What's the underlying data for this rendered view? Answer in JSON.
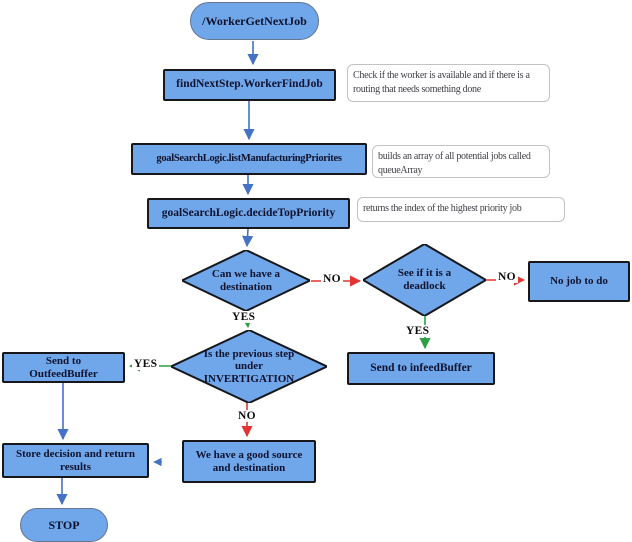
{
  "diagram": {
    "type": "flowchart",
    "nodes": {
      "start": {
        "shape": "stadium",
        "label": "/WorkerGetNextJob"
      },
      "find_next_step": {
        "shape": "rect",
        "label": "findNextStep.WorkerFindJob"
      },
      "list_priorities": {
        "shape": "rect",
        "label": "goalSearchLogic.listManufacturingPriorites"
      },
      "decide_top": {
        "shape": "rect",
        "label": "goalSearchLogic.decideTopPriority"
      },
      "dest_decision": {
        "shape": "diamond",
        "label": "Can we have a destination"
      },
      "deadlock_decision": {
        "shape": "diamond",
        "label": "See if it is a deadlock"
      },
      "no_job": {
        "shape": "rect",
        "label": "No job to do"
      },
      "send_infeed": {
        "shape": "rect",
        "label": "Send to infeedBuffer"
      },
      "investigation_decision": {
        "shape": "diamond",
        "label": "Is the previous step under INVERTIGATION"
      },
      "send_outfeed": {
        "shape": "rect",
        "label": "Send to OutfeedBuffer"
      },
      "good_source": {
        "shape": "rect",
        "label": "We have a good source and destination"
      },
      "store_decision": {
        "shape": "rect",
        "label": "Store decision and return results"
      },
      "stop": {
        "shape": "stadium",
        "label": "STOP"
      }
    },
    "notes": [
      {
        "text": "Check if the worker is available and if there is a routing that needs something done",
        "attached_to": "find_next_step"
      },
      {
        "text": "builds an array of all potential jobs called queueArray",
        "attached_to": "list_priorities"
      },
      {
        "text": "returns the index of the highest priority job",
        "attached_to": "decide_top"
      }
    ],
    "edges": [
      {
        "from": "start",
        "to": "find_next_step",
        "label": "",
        "color": "blue"
      },
      {
        "from": "find_next_step",
        "to": "list_priorities",
        "label": "",
        "color": "blue"
      },
      {
        "from": "list_priorities",
        "to": "decide_top",
        "label": "",
        "color": "blue"
      },
      {
        "from": "decide_top",
        "to": "dest_decision",
        "label": "",
        "color": "blue"
      },
      {
        "from": "dest_decision",
        "to": "deadlock_decision",
        "label": "NO",
        "color": "red"
      },
      {
        "from": "deadlock_decision",
        "to": "no_job",
        "label": "NO",
        "color": "red"
      },
      {
        "from": "deadlock_decision",
        "to": "send_infeed",
        "label": "YES",
        "color": "green"
      },
      {
        "from": "dest_decision",
        "to": "investigation_decision",
        "label": "YES",
        "color": "green"
      },
      {
        "from": "investigation_decision",
        "to": "send_outfeed",
        "label": "YES",
        "color": "green"
      },
      {
        "from": "investigation_decision",
        "to": "good_source",
        "label": "NO",
        "color": "red"
      },
      {
        "from": "good_source",
        "to": "store_decision",
        "label": "",
        "color": "blue"
      },
      {
        "from": "send_outfeed",
        "to": "store_decision",
        "label": "",
        "color": "blue"
      },
      {
        "from": "store_decision",
        "to": "stop",
        "label": "",
        "color": "blue"
      }
    ],
    "colors": {
      "node_fill": "#6fa7ea",
      "node_border": "#17171b",
      "stadium_border": "#64758f",
      "node_text": "#10122e",
      "note_border": "#c3c3c3",
      "note_text": "#3f3f46",
      "arrow_blue": "#4472c4",
      "arrow_red": "#e53333",
      "arrow_green": "#2f9e44",
      "background": "#ffffff"
    }
  }
}
